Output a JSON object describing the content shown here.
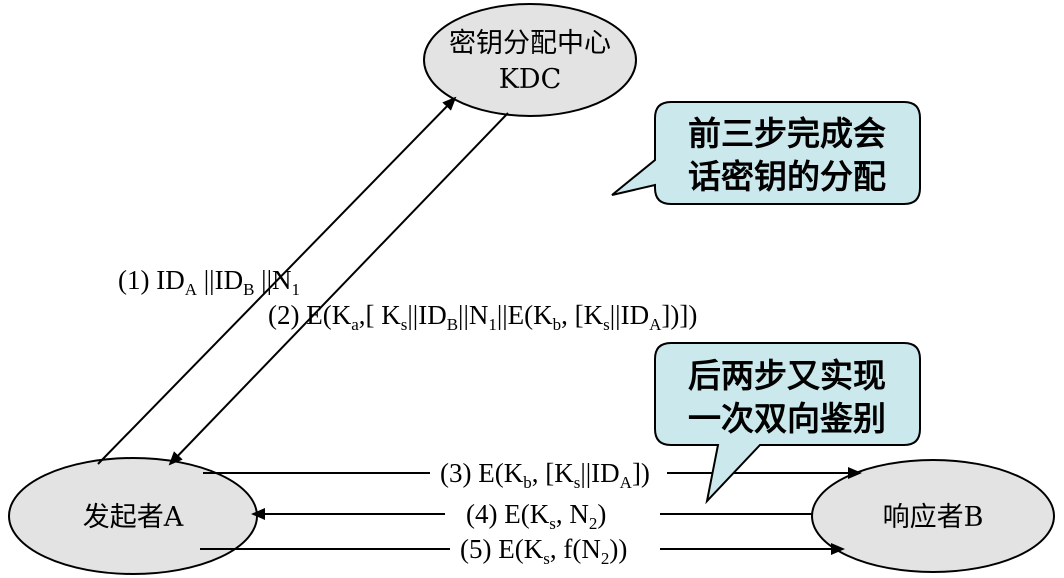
{
  "nodes": {
    "kdc": {
      "line1": "密钥分配中心",
      "line2": "KDC"
    },
    "initiator": {
      "label": "发起者A"
    },
    "responder": {
      "label": "响应者B"
    }
  },
  "messages": {
    "m1": {
      "a": "(1) ID",
      "a_sub": "A",
      "b": " ||ID",
      "b_sub": "B",
      "c": " ||N",
      "c_sub": "1"
    },
    "m2": {
      "a": "(2) E(K",
      "a_sub": "a",
      "b": ",[ K",
      "b_sub": "s",
      "c": "||ID",
      "c_sub": "B",
      "d": "||N",
      "d_sub": "1",
      "e": "||E(K",
      "e_sub": "b",
      "f": ", [K",
      "f_sub": "s",
      "g": "||ID",
      "g_sub": "A",
      "h": "])])"
    },
    "m3": {
      "a": "(3) E(K",
      "a_sub": "b",
      "b": ", [K",
      "b_sub": "s",
      "c": "||ID",
      "c_sub": "A",
      "d": "])"
    },
    "m4": {
      "a": "(4) E(K",
      "a_sub": "s",
      "b": ", N",
      "b_sub": "2",
      "c": ")"
    },
    "m5": {
      "a": "(5) E(K",
      "a_sub": "s",
      "b": ", f(N",
      "b_sub": "2",
      "c": "))"
    }
  },
  "callouts": {
    "top": {
      "line1": "前三步完成会",
      "line2": "话密钥的分配"
    },
    "bottom": {
      "line1": "后两步又实现",
      "line2": "一次双向鉴别"
    }
  },
  "colors": {
    "node_fill": "#e3e3e3",
    "callout_fill": "#cbe9ec",
    "stroke": "#000000"
  }
}
